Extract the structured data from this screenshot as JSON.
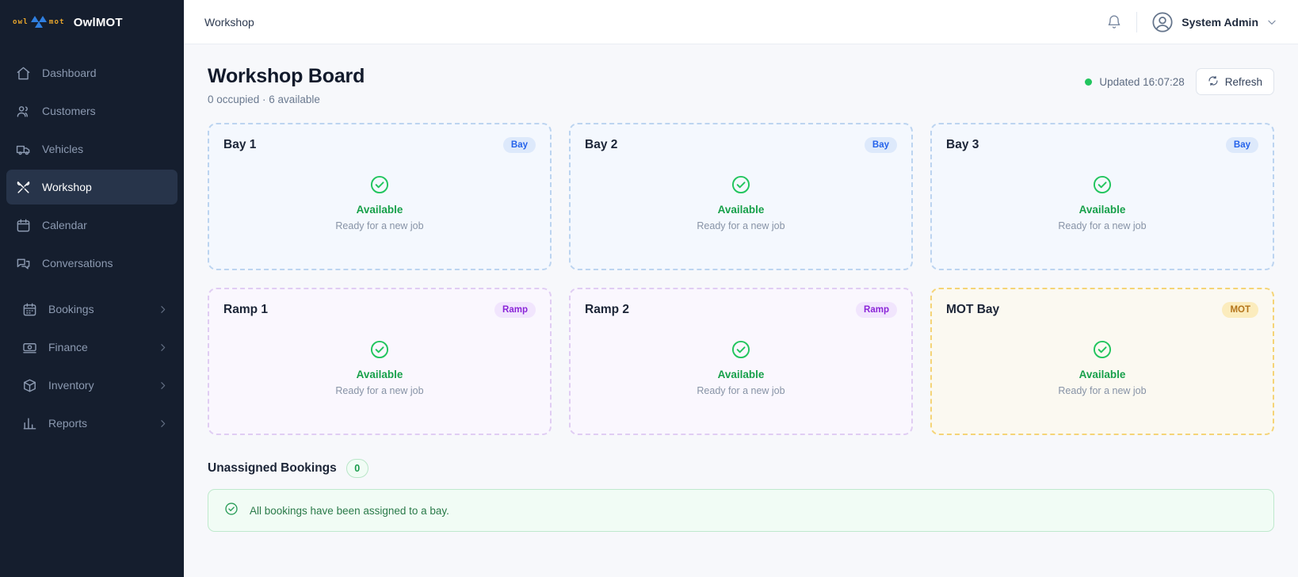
{
  "brand": {
    "logo_left": "owl",
    "logo_right": "mot",
    "logo_icon": "mot-triangles-icon",
    "name": "OwlMOT"
  },
  "sidebar": {
    "items": [
      {
        "label": "Dashboard",
        "icon": "home-icon",
        "active": false,
        "expandable": false
      },
      {
        "label": "Customers",
        "icon": "users-icon",
        "active": false,
        "expandable": false
      },
      {
        "label": "Vehicles",
        "icon": "truck-icon",
        "active": false,
        "expandable": false
      },
      {
        "label": "Workshop",
        "icon": "tools-icon",
        "active": true,
        "expandable": false
      },
      {
        "label": "Calendar",
        "icon": "calendar-icon",
        "active": false,
        "expandable": false
      },
      {
        "label": "Conversations",
        "icon": "chat-icon",
        "active": false,
        "expandable": false
      },
      {
        "label": "Bookings",
        "icon": "calendar-days-icon",
        "active": false,
        "expandable": true
      },
      {
        "label": "Finance",
        "icon": "banknote-icon",
        "active": false,
        "expandable": true
      },
      {
        "label": "Inventory",
        "icon": "box-icon",
        "active": false,
        "expandable": true
      },
      {
        "label": "Reports",
        "icon": "bar-chart-icon",
        "active": false,
        "expandable": true
      }
    ]
  },
  "topbar": {
    "title": "Workshop",
    "notifications_icon": "bell-icon",
    "avatar_icon": "user-avatar-icon",
    "user_name": "System Admin",
    "chevron_icon": "chevron-down-icon"
  },
  "page": {
    "title": "Workshop Board",
    "subtitle": "0 occupied · 6 available",
    "status_dot_color": "#22c55e",
    "updated_label": "Updated 16:07:28",
    "refresh_label": "Refresh",
    "refresh_icon": "refresh-icon"
  },
  "bays": [
    {
      "name": "Bay 1",
      "badge": "Bay",
      "kind": "bay",
      "status": "Available",
      "hint": "Ready for a new job",
      "status_icon": "check-circle-icon"
    },
    {
      "name": "Bay 2",
      "badge": "Bay",
      "kind": "bay",
      "status": "Available",
      "hint": "Ready for a new job",
      "status_icon": "check-circle-icon"
    },
    {
      "name": "Bay 3",
      "badge": "Bay",
      "kind": "bay",
      "status": "Available",
      "hint": "Ready for a new job",
      "status_icon": "check-circle-icon"
    },
    {
      "name": "Ramp 1",
      "badge": "Ramp",
      "kind": "ramp",
      "status": "Available",
      "hint": "Ready for a new job",
      "status_icon": "check-circle-icon"
    },
    {
      "name": "Ramp 2",
      "badge": "Ramp",
      "kind": "ramp",
      "status": "Available",
      "hint": "Ready for a new job",
      "status_icon": "check-circle-icon"
    },
    {
      "name": "MOT Bay",
      "badge": "MOT",
      "kind": "mot",
      "status": "Available",
      "hint": "Ready for a new job",
      "status_icon": "check-circle-icon"
    }
  ],
  "unassigned": {
    "title": "Unassigned Bookings",
    "count": "0",
    "alert_icon": "check-circle-icon",
    "alert_text": "All bookings have been assigned to a bay."
  },
  "colors": {
    "bay_accent": "#2563eb",
    "ramp_accent": "#8b25d8",
    "mot_accent": "#b4741a",
    "available": "#17a04a",
    "sidebar_bg": "#151e2e"
  }
}
